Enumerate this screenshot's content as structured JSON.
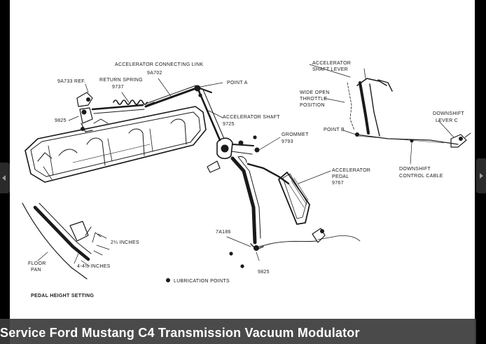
{
  "diagram": {
    "labels": {
      "accel_connecting_link": "ACCELERATOR CONNECTING LINK",
      "accel_connecting_link_num": "9A702",
      "ref_9a733": "9A733 REF.",
      "return_spring": "RETURN SPRING",
      "return_spring_num": "9737",
      "point_a": "POINT A",
      "num_9825_top": "9825",
      "accel_shaft": "ACCELERATOR SHAFT",
      "accel_shaft_num": "9725",
      "grommet": "GROMMET",
      "grommet_num": "9793",
      "accel_shaft_lever_1": "ACCELERATOR",
      "accel_shaft_lever_2": "SHAFT LEVER",
      "wot_1": "WIDE OPEN",
      "wot_2": "THROTTLE",
      "wot_3": "POSITION",
      "point_b": "POINT B",
      "downshift_lever_1": "DOWNSHIFT",
      "downshift_lever_2": "LEVER C",
      "downshift_cable_1": "DOWNSHIFT",
      "downshift_cable_2": "CONTROL CABLE",
      "accel_pedal_1": "ACCELERATOR",
      "accel_pedal_2": "PEDAL",
      "accel_pedal_num": "9767",
      "num_7a186": "7A186",
      "num_9825_bottom": "9825",
      "dim_2_25": "2¼ INCHES",
      "dim_4_45": "4-4½ INCHES",
      "floor_pan_1": "FLOOR",
      "floor_pan_2": "PAN",
      "lubrication": "LUBRICATION POINTS",
      "pedal_height": "PEDAL HEIGHT SETTING"
    }
  },
  "caption": {
    "title": "Service Ford Mustang C4 Transmission Vacuum Modulator"
  }
}
